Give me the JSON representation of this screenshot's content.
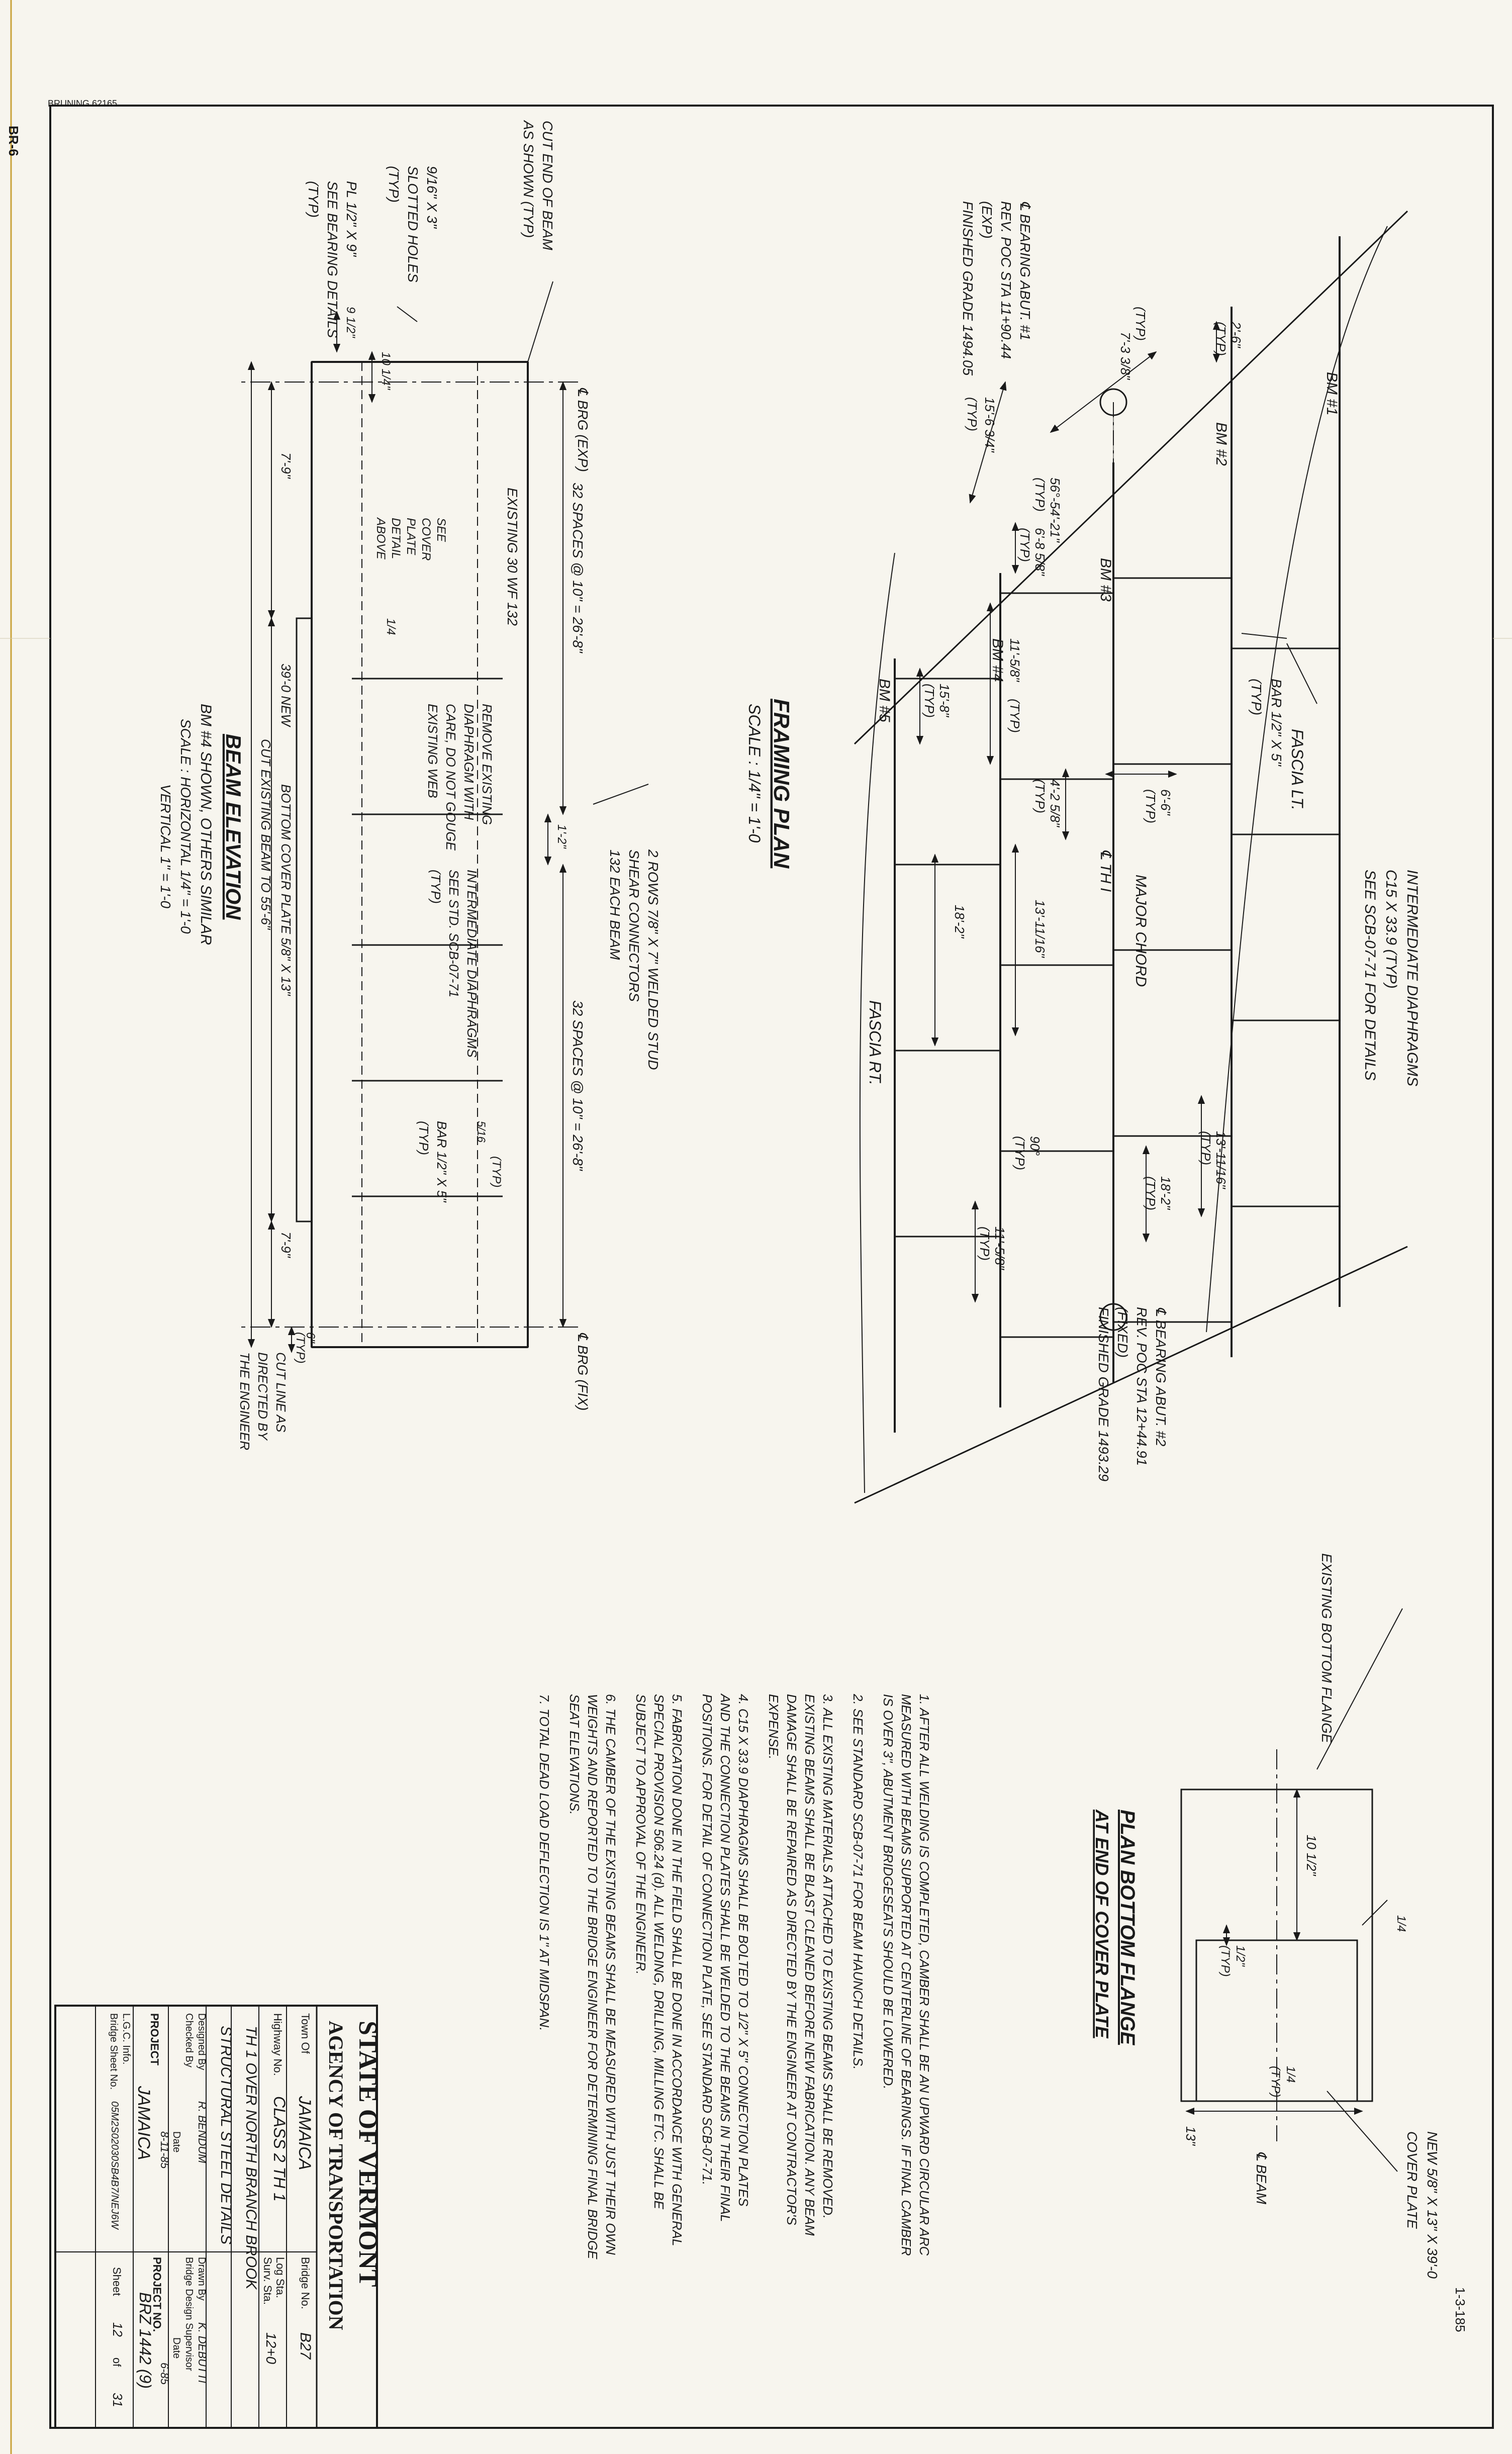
{
  "sheet_marks": {
    "bruning": "BRUNING 62165",
    "br_code": "BR-6",
    "stamp_date": "1-3-185"
  },
  "framing_plan": {
    "title": "FRAMING PLAN",
    "scale": "SCALE : 1/4\" = 1'-0",
    "beams": [
      "BM #1",
      "BM #2",
      "BM #3",
      "BM #4",
      "BM #5"
    ],
    "centerline_th": "℄ TH I",
    "major_chord": "MAJOR CHORD",
    "fascia_lt": "FASCIA LT.",
    "fascia_rt": "FASCIA RT.",
    "diaphragm_note": [
      "INTERMEDIATE DIAPHRAGMS",
      "C15 X 33.9   (TYP)",
      "SEE SCB-07-71 FOR DETAILS"
    ],
    "bar_note": [
      "BAR 1/2\" X 5\"",
      "(TYP)"
    ],
    "bearing_abut1": [
      "℄ BEARING ABUT. #1",
      "REV. POC STA 11+90.44",
      "(EXP)",
      "FINISHED GRADE 1494.05"
    ],
    "bearing_abut2": [
      "℄ BEARING ABUT. #2",
      "REV. POC STA 12+44.91",
      "(FIXED)",
      "FINISHED GRADE 1493.29"
    ],
    "dims": {
      "d_2_6": "2'-6\"",
      "typ": "(TYP)",
      "d_7_3_8": "7'-3 3/8\"",
      "d_15_6_3_4": "15'-6 3/4\"",
      "ang_56": "56°-54'-21\"",
      "d_6_8_5_8": "6'-8 5/8\"",
      "d_11_5_8": "11'-5/8\"",
      "d_15_8": "15'-8\"",
      "d_4_2_5_8": "4'-2 5/8\"",
      "d_6_6": "6'-6\"",
      "d_13_11_16": "13'-11/16\"",
      "d_18_2": "18'-2\"",
      "ang_90": "90°"
    }
  },
  "beam_elevation": {
    "title": "BEAM ELEVATION",
    "subtitle": "BM #4 SHOWN, OTHERS SIMILAR",
    "scale_h": "SCALE : HORIZONTAL 1/4\" = 1'-0",
    "scale_v": "VERTICAL 1\" = 1'-0",
    "brg_exp": "℄ BRG (EXP)",
    "brg_fix": "℄ BRG (FIX)",
    "spaces_left": "32 SPACES @ 10\" = 26'-8\"",
    "spaces_right": "32 SPACES @ 10\" = 26'-8\"",
    "stud_note": [
      "2 ROWS 7/8\" X 7\" WELDED STUD",
      "SHEAR CONNECTORS",
      "132 EACH BEAM"
    ],
    "cut_end": [
      "CUT END OF BEAM",
      "AS SHOWN  (TYP)"
    ],
    "slotted": [
      "9/16\" X 3\"",
      "SLOTTED HOLES",
      "(TYP)"
    ],
    "plate": [
      "PL 1/2\" X 9\"",
      "SEE BEARING DETAILS",
      "(TYP)"
    ],
    "existing_beam": "EXISTING 30 WF 132",
    "remove_note": [
      "REMOVE EXISTING",
      "DIAPHRAGM WITH",
      "CARE, DO NOT GOUGE",
      "EXISTING WEB"
    ],
    "cover_ref": [
      "SEE",
      "COVER",
      "PLATE",
      "DETAIL",
      "ABOVE"
    ],
    "inter_diaph": [
      "INTERMEDIATE DIAPHRAGMS",
      "SEE STD. SCB-07-71",
      "(TYP)"
    ],
    "bar_note": [
      "BAR 1/2\" X 5\"",
      "(TYP)"
    ],
    "d_9_1_2": "9 1/2\"",
    "d_10_1_4": "10 1/4\"",
    "d_7_9": "7'-9\"",
    "d_39_0": "39'-0 NEW",
    "cover_plate": "BOTTOM COVER PLATE  5/8\" X 13\"",
    "cut_existing": "CUT EXISTING BEAM TO  55'-6\"",
    "d_1_2": "1'-2\"",
    "d_6": "6\"",
    "cut_line": [
      "CUT LINE AS",
      "DIRECTED BY",
      "THE ENGINEER"
    ],
    "weld_1_4": "1/4",
    "weld_5_16": "5/16",
    "typ": "(TYP)"
  },
  "cover_detail": {
    "title": "PLAN BOTTOM FLANGE",
    "subtitle": "AT END OF COVER PLATE",
    "existing_flange": "EXISTING BOTTOM FLANGE",
    "new_plate": [
      "NEW 5/8\" X 13\" X 39'-0",
      "COVER PLATE"
    ],
    "beam_cl": "℄ BEAM",
    "d_10_1_2": "10 1/2\"",
    "d_1_2": "1/2\"",
    "d_13": "13\"",
    "weld_1_4": "1/4",
    "typ": "(TYP)"
  },
  "notes": [
    "1. AFTER ALL WELDING IS COMPLETED, CAMBER SHALL BE AN UPWARD CIRCULAR ARC MEASURED WITH BEAMS SUPPORTED AT CENTERLINE OF BEARINGS. IF FINAL CAMBER IS OVER 3\", ABUTMENT BRIDGESEATS SHOULD BE LOWERED.",
    "2. SEE STANDARD SCB-07-71 FOR BEAM HAUNCH DETAILS.",
    "3. ALL EXISTING MATERIALS ATTACHED TO EXISTING BEAMS SHALL BE REMOVED. EXISTING BEAMS SHALL BE BLAST CLEANED BEFORE NEW FABRICATION. ANY BEAM DAMAGE SHALL BE REPAIRED AS DIRECTED BY THE ENGINEER AT CONTRACTOR'S EXPENSE.",
    "4. C15 X 33.9 DIAPHRAGMS SHALL BE BOLTED TO 1/2\" X 5\" CONNECTION PLATES AND THE CONNECTION PLATES SHALL BE WELDED TO THE BEAMS IN THEIR FINAL POSITIONS. FOR DETAIL OF CONNECTION PLATE, SEE STANDARD SCB-07-71.",
    "5. FABRICATION DONE IN THE FIELD SHALL BE DONE IN ACCORDANCE WITH GENERAL SPECIAL PROVISION 506.24 (d). ALL WELDING, DRILLING, MILLING ETC. SHALL BE SUBJECT TO APPROVAL OF THE ENGINEER.",
    "6. THE CAMBER OF THE EXISTING BEAMS SHALL BE MEASURED WITH JUST THEIR OWN WEIGHTS AND REPORTED TO THE BRIDGE ENGINEER FOR DETERMINING FINAL BRIDGE SEAT ELEVATIONS.",
    "7. TOTAL DEAD LOAD DEFLECTION IS 1\" AT MIDSPAN."
  ],
  "title_block": {
    "state": "STATE OF VERMONT",
    "agency": "AGENCY OF TRANSPORTATION",
    "town_label": "Town Of",
    "town": "JAMAICA",
    "bridge_no_label": "Bridge No.",
    "bridge_no": "B27",
    "highway_label": "Highway No.",
    "highway": "CLASS 2 TH 1",
    "log_sta_label": "Log Sta.",
    "surv_sta_label": "Surv. Sta.",
    "surv_sta": "12+0",
    "stream": "TH 1 OVER NORTH BRANCH BROOK",
    "sheet_desc": "STRUCTURAL STEEL DETAILS",
    "designed_label": "Designed By",
    "designed": "R. BENDUM",
    "checked_label": "Checked By",
    "drawn_label": "Drawn By",
    "drawn": "K. DEBUTTI",
    "bds_label": "Bridge Design Supervisor",
    "date_label": "Date",
    "date_designed": "8-11-85",
    "date_supervisor": "6-85",
    "project_label": "PROJECT",
    "project": "JAMAICA",
    "project_no_label": "PROJECT NO.",
    "project_no": "BRZ 1442 (9)",
    "lgc_label": "L.G.C. Info.",
    "bridge_sheet_label": "Bridge Sheet No.",
    "bridge_sheet": "05M2S02030SB4B7/NEJ6W",
    "sheet_label": "Sheet",
    "sheet_no": "12",
    "sheet_of": "of",
    "sheet_total": "31"
  }
}
